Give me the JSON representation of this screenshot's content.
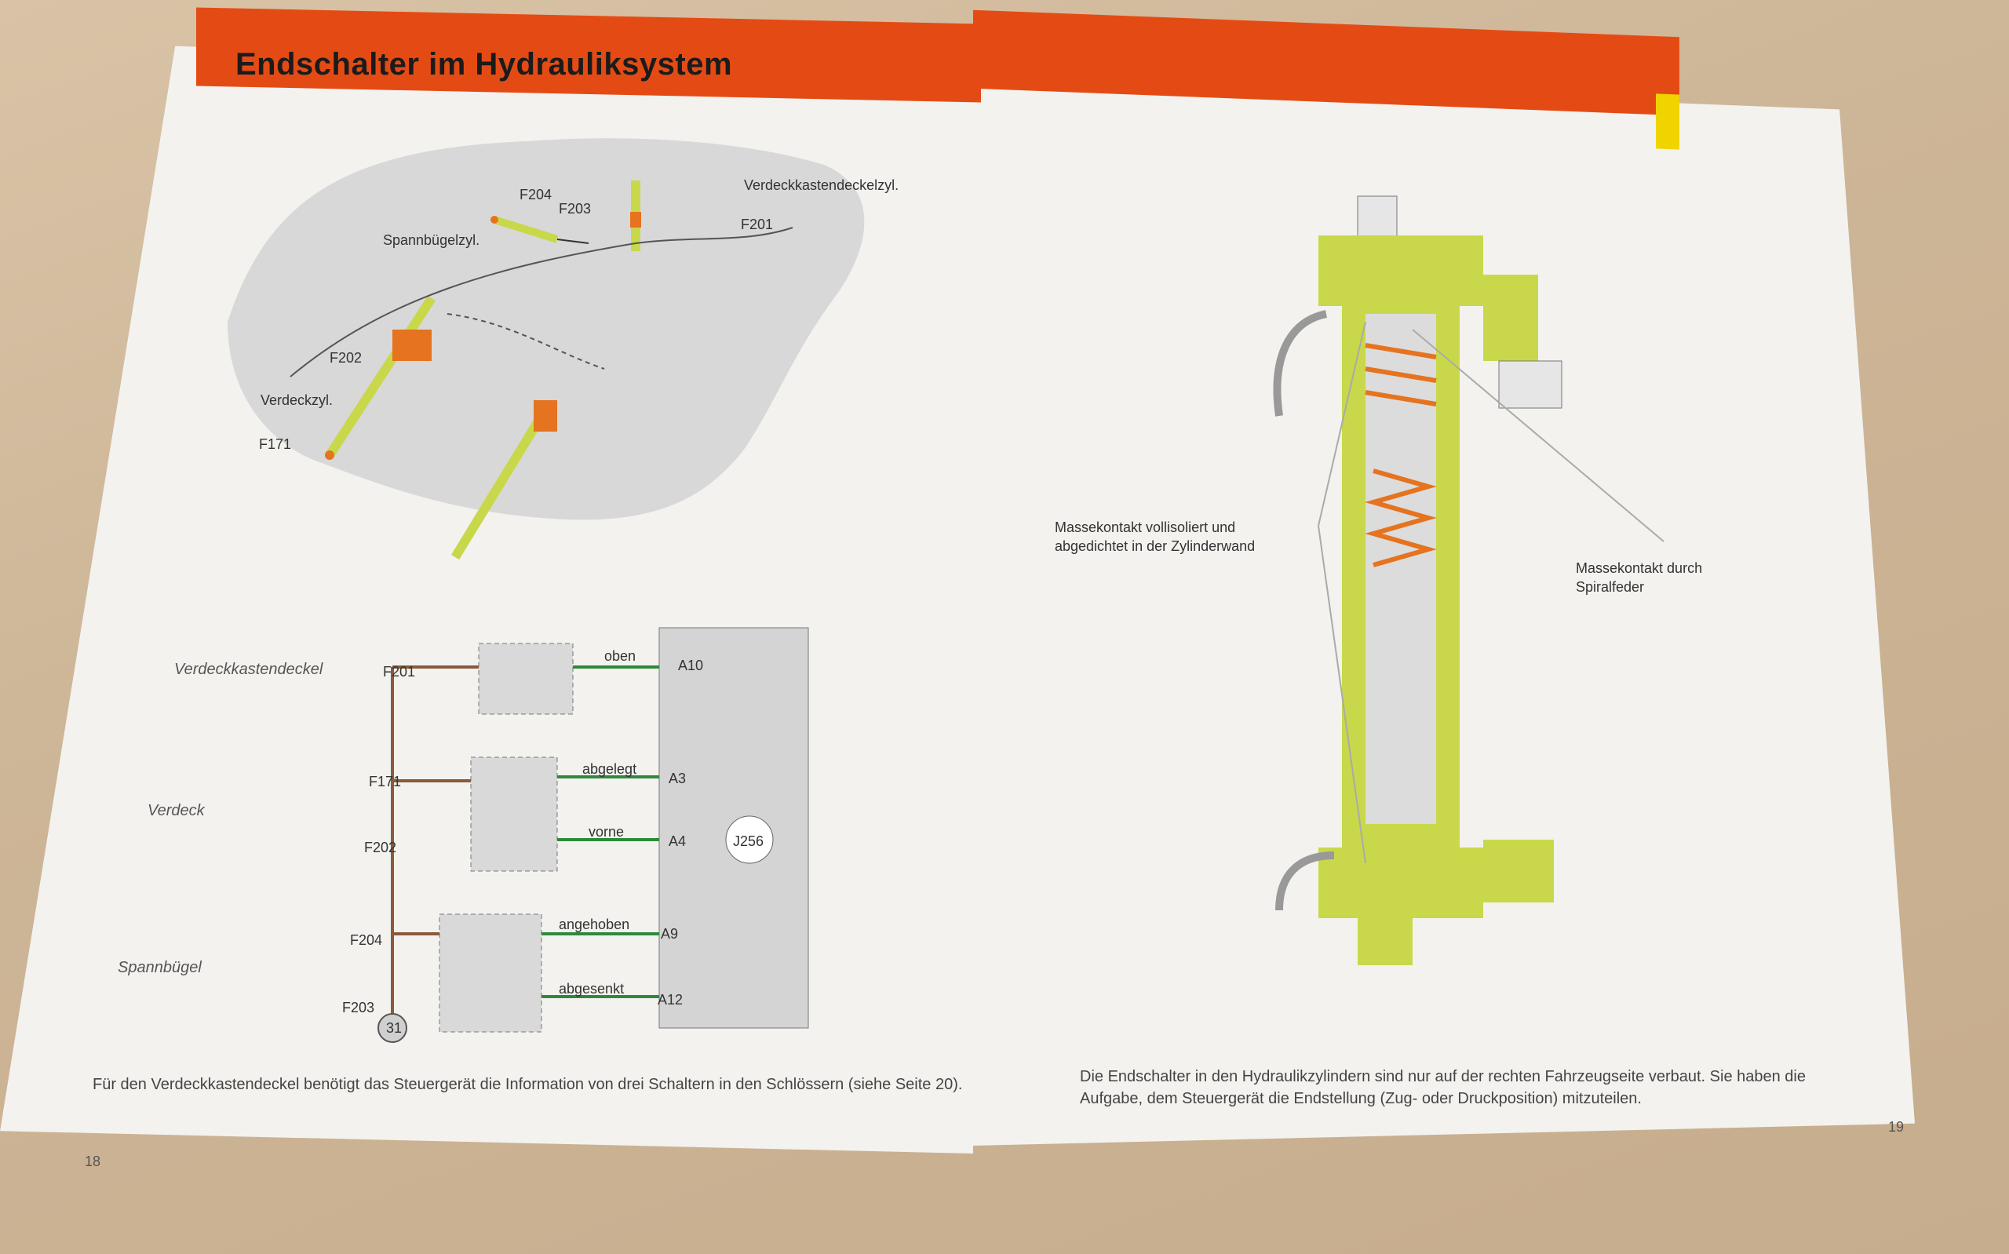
{
  "header": {
    "title": "Endschalter im Hydrauliksystem"
  },
  "left": {
    "illus_labels": {
      "F204": "F204",
      "F203": "F203",
      "spann": "Spannbügelzyl.",
      "verdeckkasten": "Verdeckkastendeckelzyl.",
      "F201": "F201",
      "F202": "F202",
      "verdeckzyl": "Verdeckzyl.",
      "F171": "F171"
    },
    "schema": {
      "groups": [
        {
          "name": "Verdeckkastendeckel",
          "switches": [
            "F201"
          ],
          "signals": [
            {
              "label": "oben",
              "pin": "A10"
            }
          ]
        },
        {
          "name": "Verdeck",
          "switches": [
            "F171",
            "F202"
          ],
          "signals": [
            {
              "label": "abgelegt",
              "pin": "A3"
            },
            {
              "label": "vorne",
              "pin": "A4"
            }
          ]
        },
        {
          "name": "Spannbügel",
          "switches": [
            "F204",
            "F203"
          ],
          "signals": [
            {
              "label": "angehoben",
              "pin": "A9"
            },
            {
              "label": "abgesenkt",
              "pin": "A12"
            }
          ]
        }
      ],
      "module": "J256",
      "ground": "31"
    },
    "caption": "Für den Verdeckkastendeckel benötigt das Steuergerät die Information von drei Schaltern in den Schlössern (siehe Seite 20).",
    "page_number": "18"
  },
  "right": {
    "annotation_left": "Massekontakt vollisoliert und abgedichtet in der Zylinderwand",
    "annotation_right": "Massekontakt durch Spiralfeder",
    "caption": "Die Endschalter in den Hydraulikzylindern sind nur auf der rechten Fahrzeugseite verbaut. Sie haben die Aufgabe, dem Steuergerät die Endstellung (Zug- oder Druckposition) mitzuteilen.",
    "page_number": "19"
  },
  "colors": {
    "band": "#e44b14",
    "yellow_green": "#c8d84a",
    "orange": "#e5731f",
    "green_line": "#2e8a3a",
    "brown_line": "#8a5a3c"
  }
}
